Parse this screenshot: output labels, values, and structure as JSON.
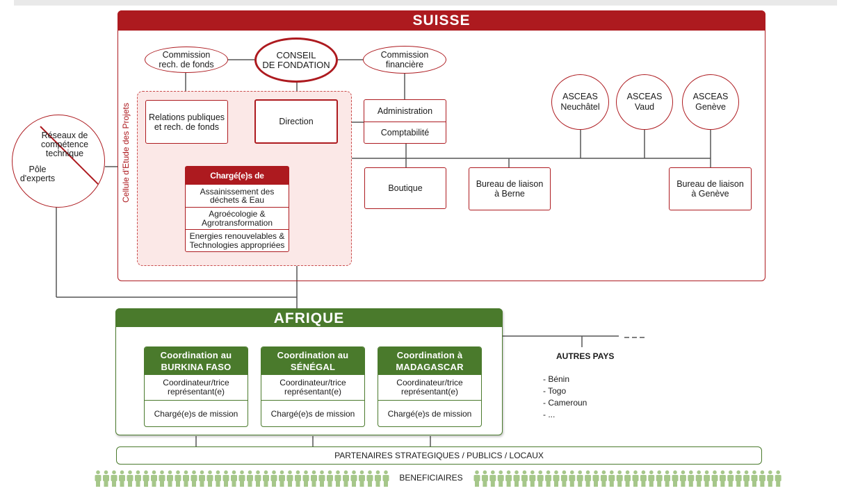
{
  "suisse": {
    "title": "SUISSE",
    "conseil": "CONSEIL\nDE FONDATION",
    "commission_fonds": "Commission\nrech. de fonds",
    "commission_fin": "Commission\nfinancière",
    "relations": "Relations publiques\net rech. de fonds",
    "direction": "Direction",
    "administration": "Administration",
    "comptabilite": "Comptabilité",
    "boutique": "Boutique",
    "bureau_berne": "Bureau de liaison\nà Berne",
    "bureau_geneve": "Bureau de liaison\nà Genève",
    "asceas": [
      "ASCEAS\nNeuchâtel",
      "ASCEAS\nVaud",
      "ASCEAS\nGenève"
    ],
    "cellule_label": "Cellule d'Etude des Projets",
    "programmes": {
      "title": "Chargé(e)s de programmes",
      "items": [
        "Assainissement des\ndéchets & Eau",
        "Agroécologie &\nAgrotransformation",
        "Energies renouvelables &\nTechnologies appropriées"
      ]
    },
    "experts_top": "Réseaux de\ncompétence\ntechnique",
    "experts_bottom": "Pôle\nd'experts"
  },
  "afrique": {
    "title": "AFRIQUE",
    "coordinations": [
      {
        "title": "Coordination au\nBURKINA FASO",
        "role": "Coordinateur/trice\nreprésentant(e)",
        "mission": "Chargé(e)s de mission"
      },
      {
        "title": "Coordination au\nSÉNÉGAL",
        "role": "Coordinateur/trice\nreprésentant(e)",
        "mission": "Chargé(e)s de mission"
      },
      {
        "title": "Coordination à\nMADAGASCAR",
        "role": "Coordinateur/trice\nreprésentant(e)",
        "mission": "Chargé(e)s de mission"
      }
    ],
    "autres_title": "AUTRES PAYS",
    "autres_list": [
      "- Bénin",
      "- Togo",
      "- Cameroun",
      "- ..."
    ]
  },
  "partners": "PARTENAIRES STRATEGIQUES / PUBLICS / LOCAUX",
  "beneficiaries": "BENEFICIAIRES",
  "colors": {
    "suisse": "#ad1a1f",
    "afrique": "#4a7a2c",
    "people": "#a6c78a",
    "line": "#555555"
  }
}
